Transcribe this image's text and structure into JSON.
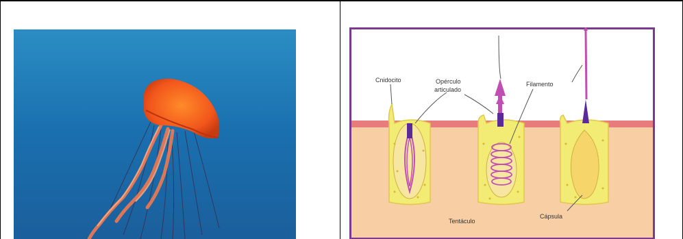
{
  "left_panel": {
    "image": "jellyfish-photo",
    "colors": {
      "water_top": "#1e78b4",
      "water_bottom": "#155f9e",
      "bell": "#f05a1e"
    }
  },
  "right_panel": {
    "image": "cnidocyte-diagram",
    "labels": {
      "cnidocito": "Cnidocito",
      "operculo_line1": "Opérculo",
      "operculo_line2": "articulado",
      "filamento": "Filamento",
      "tentaculo": "Tentáculo",
      "capsula": "Cápsula"
    },
    "colors": {
      "border": "#7b3a8f",
      "background_top": "#ffffff",
      "tissue": "#f8cfa5",
      "surface_band": "#e87c7c",
      "cell_fill": "#f2ec74",
      "thread": "#c04fb4",
      "operculum": "#5b2a9a"
    }
  }
}
